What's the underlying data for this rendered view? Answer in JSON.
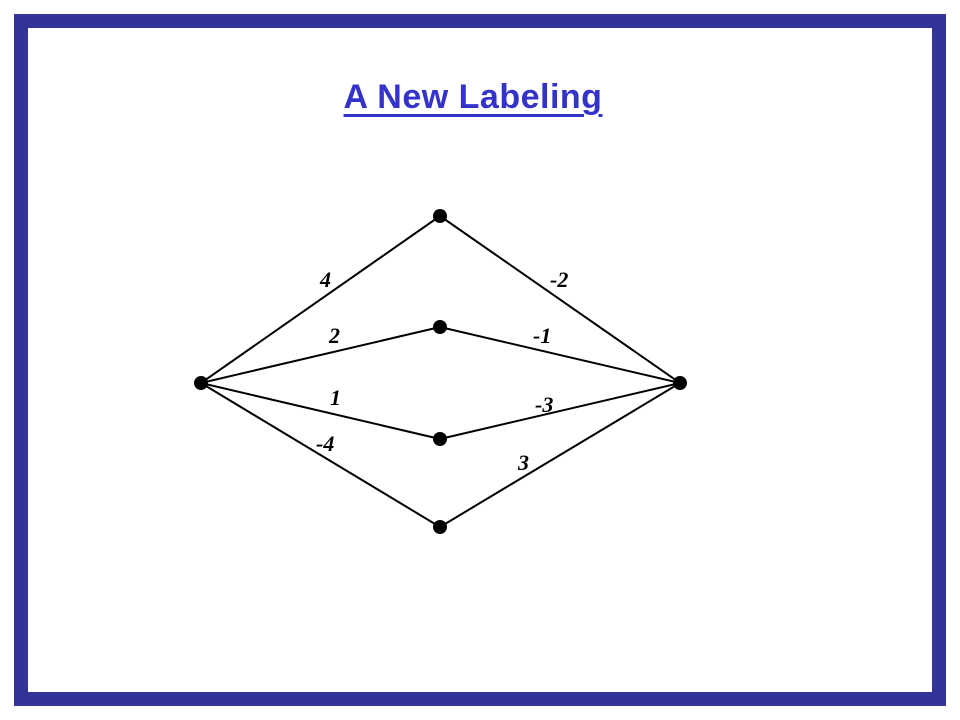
{
  "slide": {
    "title": "A New Labeling"
  },
  "graph": {
    "vertices": [
      {
        "id": "left"
      },
      {
        "id": "top"
      },
      {
        "id": "upper-middle"
      },
      {
        "id": "lower-middle"
      },
      {
        "id": "bottom"
      },
      {
        "id": "right"
      }
    ],
    "edges": [
      {
        "from": "left",
        "to": "top",
        "label": "4"
      },
      {
        "from": "left",
        "to": "upper-middle",
        "label": "2"
      },
      {
        "from": "left",
        "to": "lower-middle",
        "label": "1"
      },
      {
        "from": "left",
        "to": "bottom",
        "label": "-4"
      },
      {
        "from": "top",
        "to": "right",
        "label": "-2"
      },
      {
        "from": "upper-middle",
        "to": "right",
        "label": "-1"
      },
      {
        "from": "lower-middle",
        "to": "right",
        "label": "-3"
      },
      {
        "from": "bottom",
        "to": "right",
        "label": "3"
      }
    ]
  },
  "colors": {
    "frame": "#333399",
    "title": "#3333cc",
    "lines": "#000000"
  }
}
